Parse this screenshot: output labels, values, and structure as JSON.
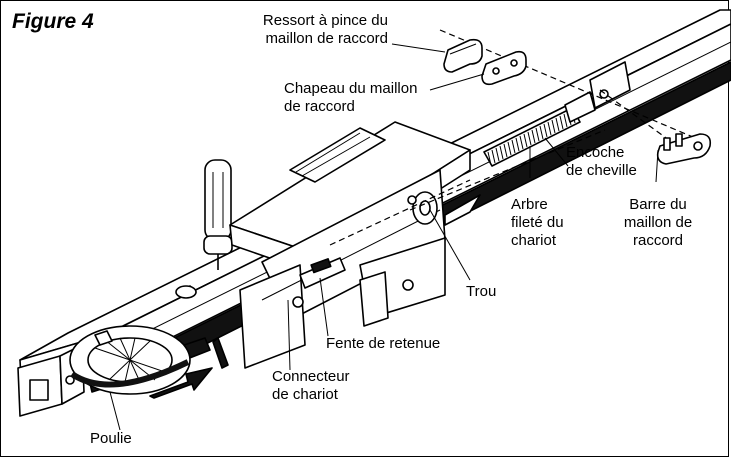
{
  "figure_label": "Figure 4",
  "labels": {
    "ressort_line1": "Ressort à pince du",
    "ressort_line2": "maillon de raccord",
    "chapeau_line1": "Chapeau du maillon",
    "chapeau_line2": "de raccord",
    "encoche_line1": "Encoche",
    "encoche_line2": "de cheville",
    "arbre_line1": "Arbre",
    "arbre_line2": "fileté du",
    "arbre_line3": "chariot",
    "barre_line1": "Barre du",
    "barre_line2": "maillon de",
    "barre_line3": "raccord",
    "trou": "Trou",
    "fente": "Fente de retenue",
    "connecteur_line1": "Connecteur",
    "connecteur_line2": "de chariot",
    "poulie": "Poulie"
  }
}
